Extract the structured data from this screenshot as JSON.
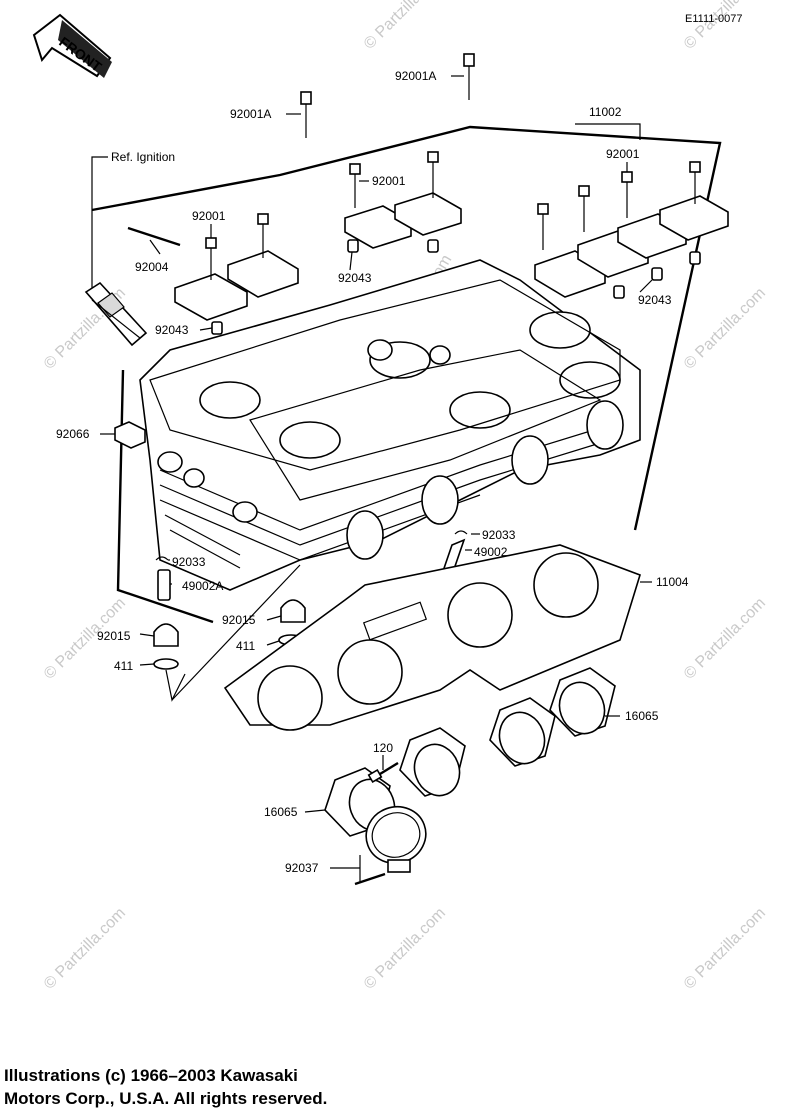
{
  "diagram_id": "E1111-0077",
  "front_label": "FRONT",
  "ref_label": "Ref. Ignition",
  "watermark": "© Partzilla.com",
  "copyright": {
    "line1": "Illustrations (c) 1966–2003 Kawasaki",
    "line2": "Motors Corp., U.S.A.  All rights reserved."
  },
  "callouts": {
    "c92001A_top": "92001A",
    "c92001A_left": "92001A",
    "c11002": "11002",
    "c92001_a": "92001",
    "c92001_b": "92001",
    "c92001_c": "92001",
    "c92004": "92004",
    "c92043_a": "92043",
    "c92043_b": "92043",
    "c92043_c": "92043",
    "c92066": "92066",
    "c92033_a": "92033",
    "c92033_b": "92033",
    "c49002": "49002",
    "c49002A": "49002A",
    "c11004": "11004",
    "c92015_a": "92015",
    "c92015_b": "92015",
    "c411_a": "411",
    "c411_b": "411",
    "c16065_a": "16065",
    "c16065_b": "16065",
    "c120": "120",
    "c92037": "92037"
  }
}
